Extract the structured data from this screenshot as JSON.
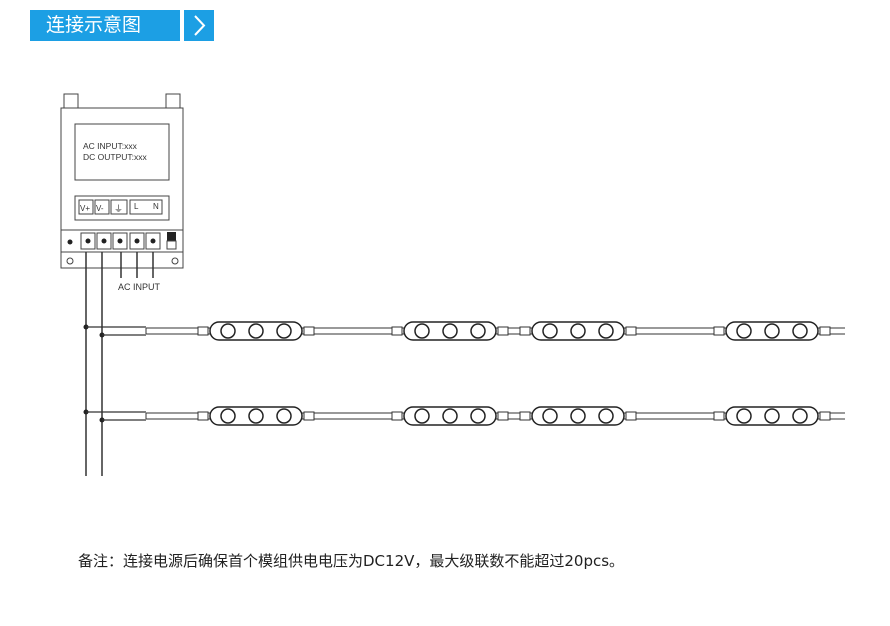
{
  "header": {
    "title": "连接示意图",
    "arrow_icon": "chevron-right-icon"
  },
  "psu": {
    "label_lines": [
      "AC INPUT:xxx",
      "DC OUTPUT:xxx"
    ],
    "terminals": [
      "V+",
      "V-",
      "⏚",
      "L",
      "N"
    ],
    "ac_input_label": "AC INPUT"
  },
  "strings": [
    {
      "modules": 4
    },
    {
      "modules": 4
    }
  ],
  "note": "备注：连接电源后确保首个模组供电电压为DC12V，最大级联数不能超过20pcs。",
  "colors": {
    "accent": "#1c9fe4",
    "line": "#333333"
  }
}
